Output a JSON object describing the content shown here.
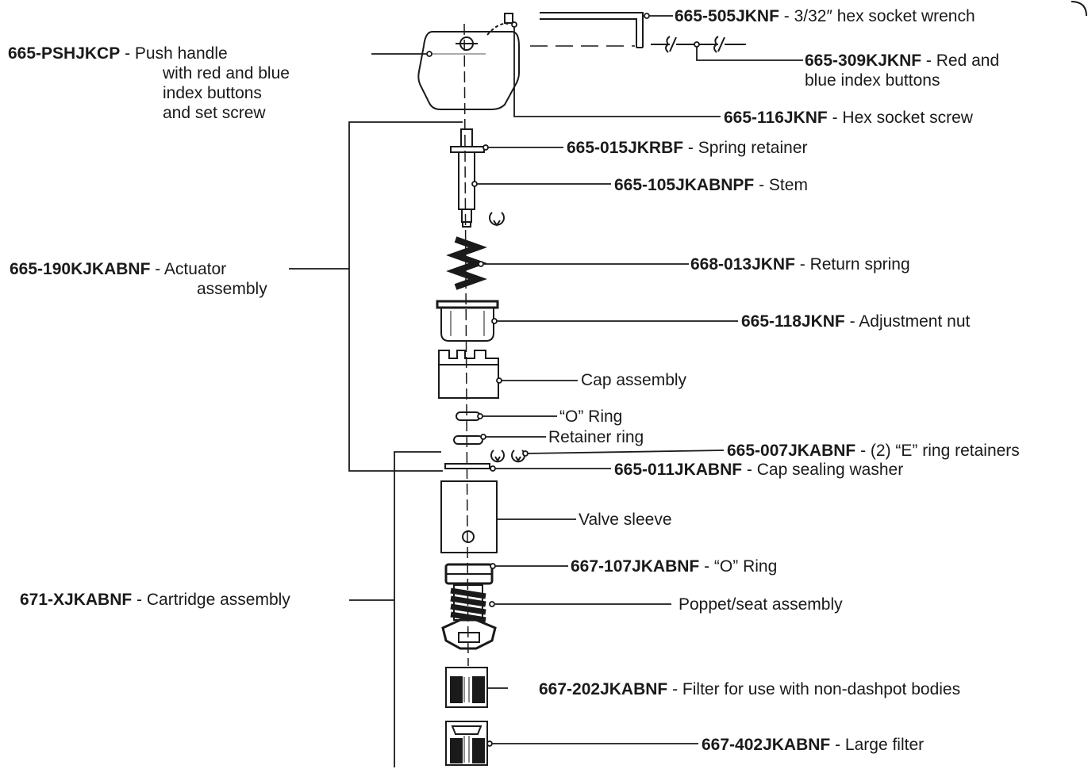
{
  "parts": [
    {
      "key": "p1",
      "code": "665-505JKNF",
      "desc": "3/32″ hex socket wrench"
    },
    {
      "key": "p2",
      "code": "665-PSHJKCP",
      "desc": "Push handle",
      "cont": [
        "with red and blue",
        "index buttons",
        "and set screw"
      ]
    },
    {
      "key": "p3",
      "code": "665-309KJKNF",
      "desc": "Red and",
      "cont": [
        "blue index buttons"
      ]
    },
    {
      "key": "p4",
      "code": "665-116JKNF",
      "desc": "Hex socket screw"
    },
    {
      "key": "p5",
      "code": "665-015JKRBF",
      "desc": "Spring retainer"
    },
    {
      "key": "p6",
      "code": "665-105JKABNPF",
      "desc": "Stem"
    },
    {
      "key": "p7",
      "code": "665-190KJKABNF",
      "desc": "Actuator",
      "cont": [
        "assembly"
      ]
    },
    {
      "key": "p8",
      "code": "668-013JKNF",
      "desc": "Return spring"
    },
    {
      "key": "p9",
      "code": "665-118JKNF",
      "desc": "Adjustment nut"
    },
    {
      "key": "p10",
      "code": "",
      "desc": "Cap assembly"
    },
    {
      "key": "p11",
      "code": "",
      "desc": "“O” Ring"
    },
    {
      "key": "p12",
      "code": "",
      "desc": "Retainer ring"
    },
    {
      "key": "p13",
      "code": "665-007JKABNF",
      "desc": "(2) “E” ring retainers"
    },
    {
      "key": "p14",
      "code": "665-011JKABNF",
      "desc": "Cap sealing washer"
    },
    {
      "key": "p15",
      "code": "",
      "desc": "Valve sleeve"
    },
    {
      "key": "p16",
      "code": "667-107JKABNF",
      "desc": "“O” Ring"
    },
    {
      "key": "p17",
      "code": "671-XJKABNF",
      "desc": "Cartridge assembly"
    },
    {
      "key": "p18",
      "code": "",
      "desc": "Poppet/seat assembly"
    },
    {
      "key": "p19",
      "code": "667-202JKABNF",
      "desc": "Filter for use with non-dashpot bodies"
    },
    {
      "key": "p20",
      "code": "667-402JKABNF",
      "desc": "Large filter"
    }
  ],
  "separator": " - "
}
